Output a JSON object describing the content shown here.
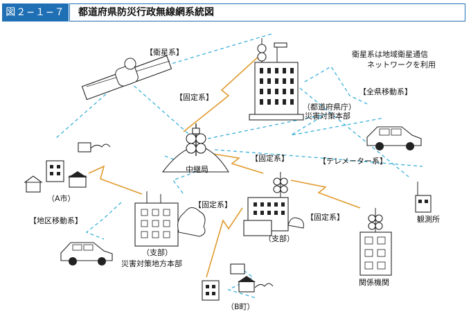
{
  "header": {
    "figure_label": "図２−１−７",
    "title": "都道府県防災行政無線網系統図"
  },
  "labels": {
    "satellite_sys": "【衛星系】",
    "satellite_note_1": "衛星系は地域衛星通信",
    "satellite_note_2": "ネットワークを利用",
    "fixed_sys_1": "【固定系】",
    "fixed_sys_2": "【固定系】",
    "fixed_sys_3": "【固定系】",
    "fixed_sys_4": "【固定系】",
    "pref_mobile_sys": "【全県移動系】",
    "telemeter_sys": "【テレメーター系】",
    "area_mobile_sys": "【地区移動系】",
    "pref_office_1": "（都道府県庁）",
    "pref_office_2": "災害対策本部",
    "relay_station": "中継局",
    "city_a": "（A市）",
    "branch_1": "（支部）",
    "branch_2": "災害対策地方本部",
    "branch_small": "（支部）",
    "observatory": "観測所",
    "related_org": "関係機関",
    "town_b": "（B町）"
  }
}
